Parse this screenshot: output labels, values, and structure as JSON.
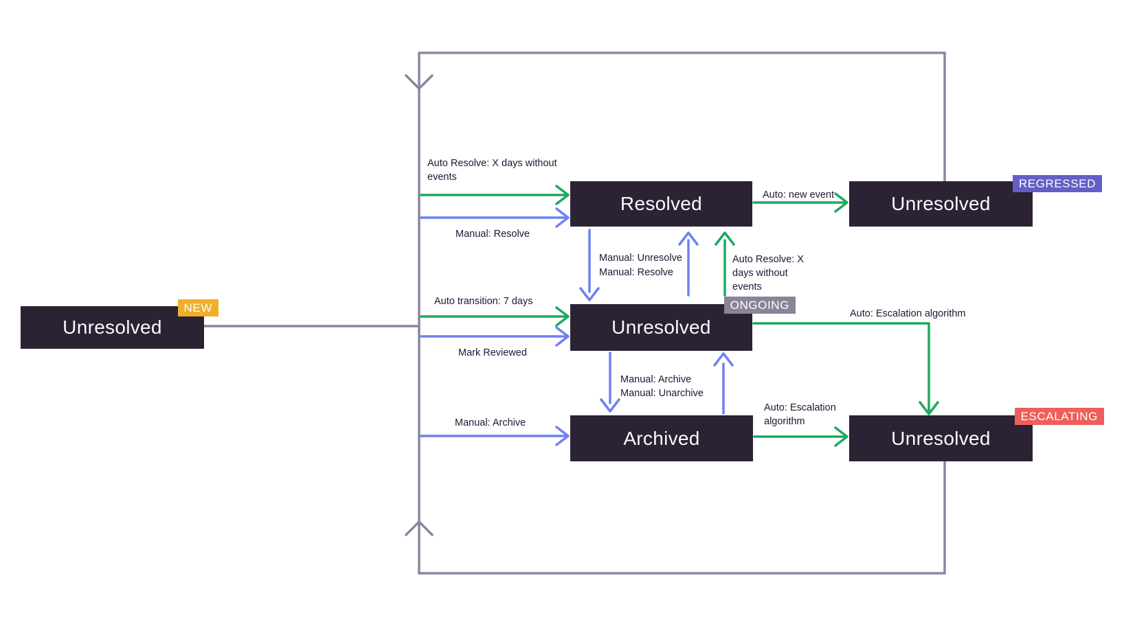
{
  "diagram": {
    "states": {
      "new": {
        "label": "Unresolved",
        "badge": "NEW"
      },
      "resolved": {
        "label": "Resolved"
      },
      "regressed": {
        "label": "Unresolved",
        "badge": "REGRESSED"
      },
      "ongoing": {
        "label": "Unresolved",
        "badge": "ONGOING"
      },
      "archived": {
        "label": "Archived"
      },
      "escalating": {
        "label": "Unresolved",
        "badge": "ESCALATING"
      }
    },
    "edges": {
      "auto_resolve_top": "Auto Resolve: X days without\nevents",
      "manual_resolve_left": "Manual: Resolve",
      "auto_transition": "Auto transition: 7 days",
      "mark_reviewed": "Mark Reviewed",
      "manual_archive_left": "Manual: Archive",
      "manual_unresolve_pair": "Manual: Unresolve\nManual: Resolve",
      "auto_resolve_mid": "Auto Resolve: X\ndays without\nevents",
      "auto_new_event": "Auto: new event",
      "auto_escalation_top": "Auto: Escalation algorithm",
      "manual_archive_pair": "Manual: Archive\nManual: Unarchive",
      "auto_escalation_bottom": "Auto: Escalation\nalgorithm"
    },
    "colors": {
      "box_background": "#2b2233",
      "box_text": "#faf9fc",
      "loop_line": "#8c85a0",
      "auto_green": "#1ea85f",
      "manual_blue": "#6e80f2",
      "badge_new": "#efaf2b",
      "badge_regressed": "#655ec6",
      "badge_ongoing": "#8b8498",
      "badge_escalating": "#ee5f5b",
      "label_text": "#1f1633"
    }
  }
}
